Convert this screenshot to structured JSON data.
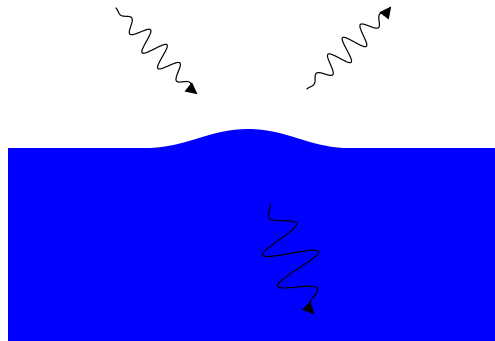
{
  "colors": {
    "background": "#ffffff",
    "medium": "#0000ff",
    "wave_stroke": "#000000",
    "arrow_fill": "#000000"
  },
  "diagram": {
    "surface": {
      "shape": "flat surface with a single smooth bump near the middle"
    },
    "wave_packets": [
      {
        "id": "incident",
        "icon": "wave-packet-arrow-icon",
        "direction": "down-right",
        "medium": "air"
      },
      {
        "id": "reflected",
        "icon": "wave-packet-arrow-icon",
        "direction": "up-right",
        "medium": "air"
      },
      {
        "id": "transmitted",
        "icon": "wave-packet-arrow-icon",
        "direction": "down-right",
        "medium": "blue-medium"
      }
    ]
  }
}
